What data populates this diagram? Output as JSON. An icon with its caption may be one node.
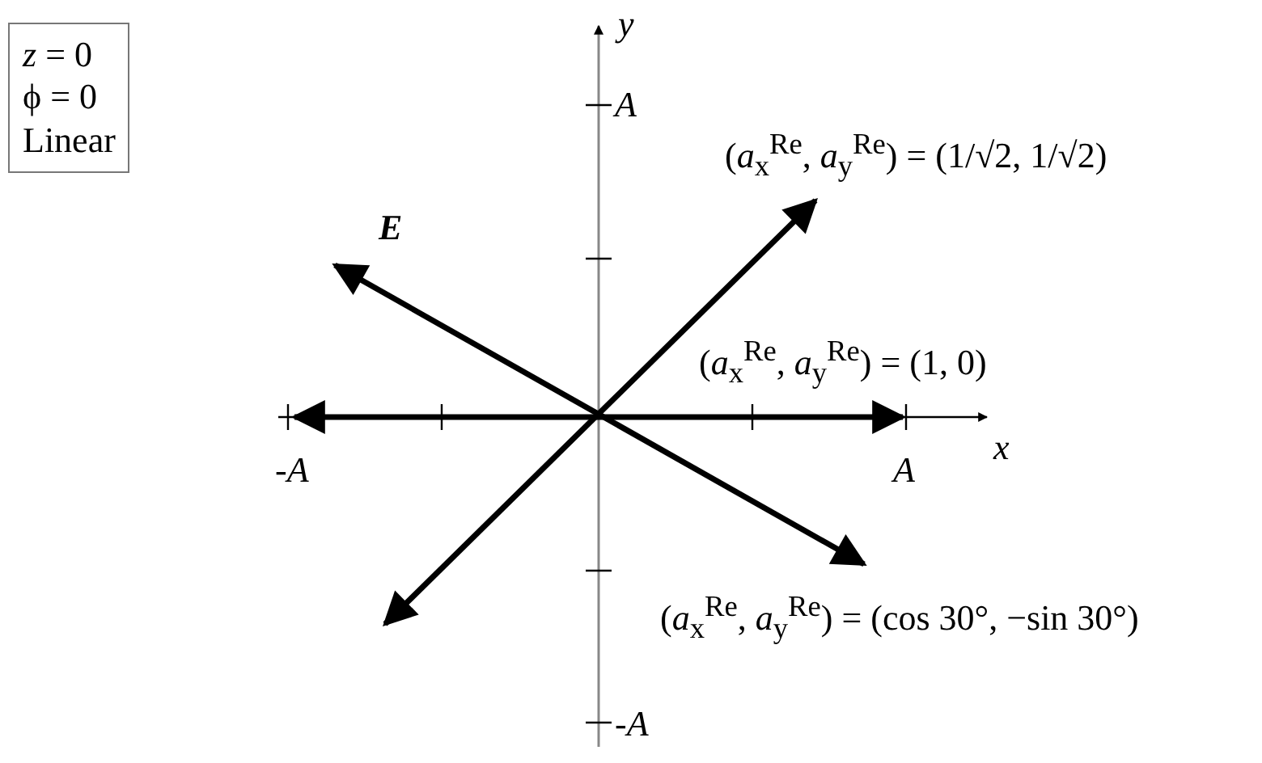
{
  "diagram": {
    "nodes": [
      {
        "text": [
          "*z* = 0",
          "ϕ = 0",
          "Linear"
        ]
      }
    ],
    "labels": [
      "*y*",
      "*A*",
      "(*a*$_{x}$$^{Re}$, *a*$_{y}$$^{Re}$) = (1/√2, 1/√2)",
      "E",
      "(*a*$_{x}$$^{Re}$, *a*$_{y}$$^{Re}$) = (1, 0)",
      "-*A*",
      "*A*",
      "*x*",
      "(*a*$_{x}$$^{Re}$, *a*$_{y}$$^{Re}$) = (cos 30°, −sin 30°)",
      "-*A*"
    ]
  }
}
